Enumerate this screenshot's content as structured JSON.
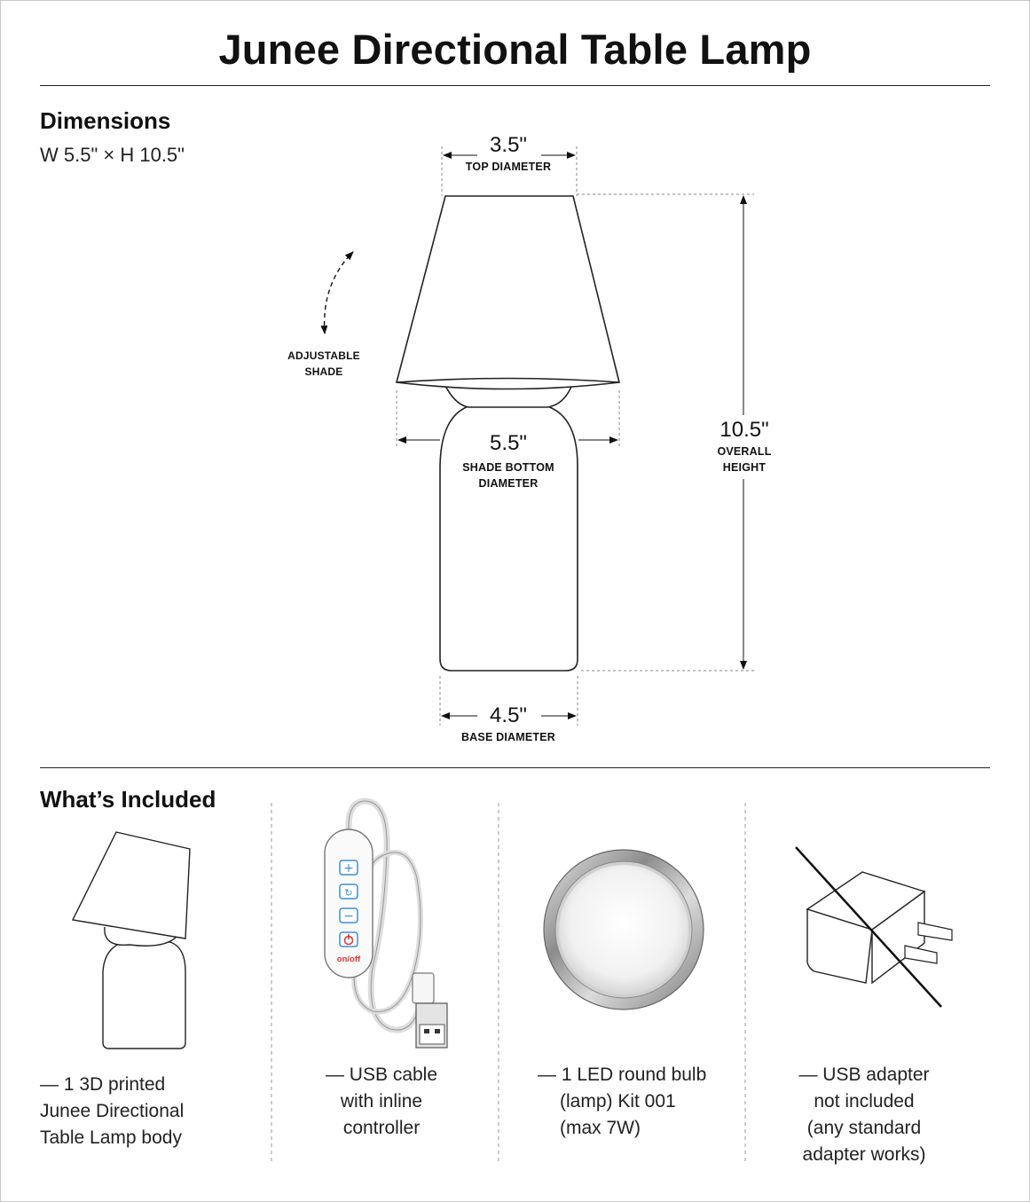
{
  "title": "Junee Directional Table Lamp",
  "dimensions": {
    "heading": "Dimensions",
    "summary": "W 5.5\" × H 10.5\"",
    "top": {
      "value": "3.5\"",
      "label": "TOP DIAMETER"
    },
    "shade_bottom": {
      "value": "5.5\"",
      "label_line1": "SHADE BOTTOM",
      "label_line2": "DIAMETER"
    },
    "overall": {
      "value": "10.5\"",
      "label_line1": "OVERALL",
      "label_line2": "HEIGHT"
    },
    "base": {
      "value": "4.5\"",
      "label": "BASE DIAMETER"
    },
    "adjustable": {
      "line1": "ADJUSTABLE",
      "line2": "SHADE"
    }
  },
  "included": {
    "heading": "What’s Included",
    "items": [
      {
        "icon": "lamp-body-icon",
        "lines": [
          "— 1 3D printed",
          "Junee Directional",
          "Table Lamp body"
        ]
      },
      {
        "icon": "usb-cable-icon",
        "lines": [
          "— USB cable",
          "with inline",
          "controller"
        ],
        "controller_label": "on/off"
      },
      {
        "icon": "led-bulb-icon",
        "lines": [
          "— 1 LED round bulb",
          "(lamp) Kit 001",
          "(max 7W)"
        ]
      },
      {
        "icon": "usb-adapter-icon",
        "lines": [
          "— USB adapter",
          "not included",
          "(any standard",
          "adapter works)"
        ]
      }
    ]
  },
  "colors": {
    "controller_accent": "#3a8fd6",
    "power_red": "#e03030",
    "chrome": "#9a9a9a"
  }
}
